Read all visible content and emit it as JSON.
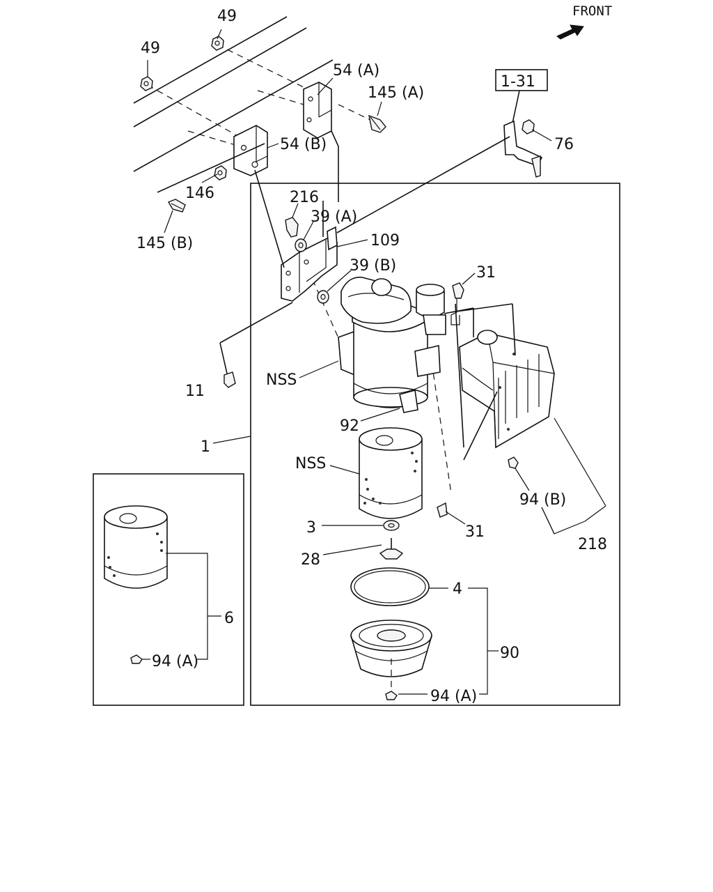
{
  "diagram": {
    "direction_label": "FRONT",
    "reference_box": "1-31",
    "callouts": {
      "c49a": "49",
      "c49b": "49",
      "c54a": "54 (A)",
      "c145a": "145 (A)",
      "c54b": "54 (B)",
      "c76": "76",
      "c146": "146",
      "c216": "216",
      "c145b": "145 (B)",
      "c39a": "39 (A)",
      "c109": "109",
      "c39b": "39 (B)",
      "c31a": "31",
      "c11": "11",
      "cNSSa": "NSS",
      "c92": "92",
      "c1": "1",
      "cNSSb": "NSS",
      "c94b": "94 (B)",
      "c3": "3",
      "c31b": "31",
      "c218": "218",
      "c28": "28",
      "c4": "4",
      "c6": "6",
      "c90": "90",
      "c94a_left": "94 (A)",
      "c94a_right": "94 (A)"
    }
  }
}
